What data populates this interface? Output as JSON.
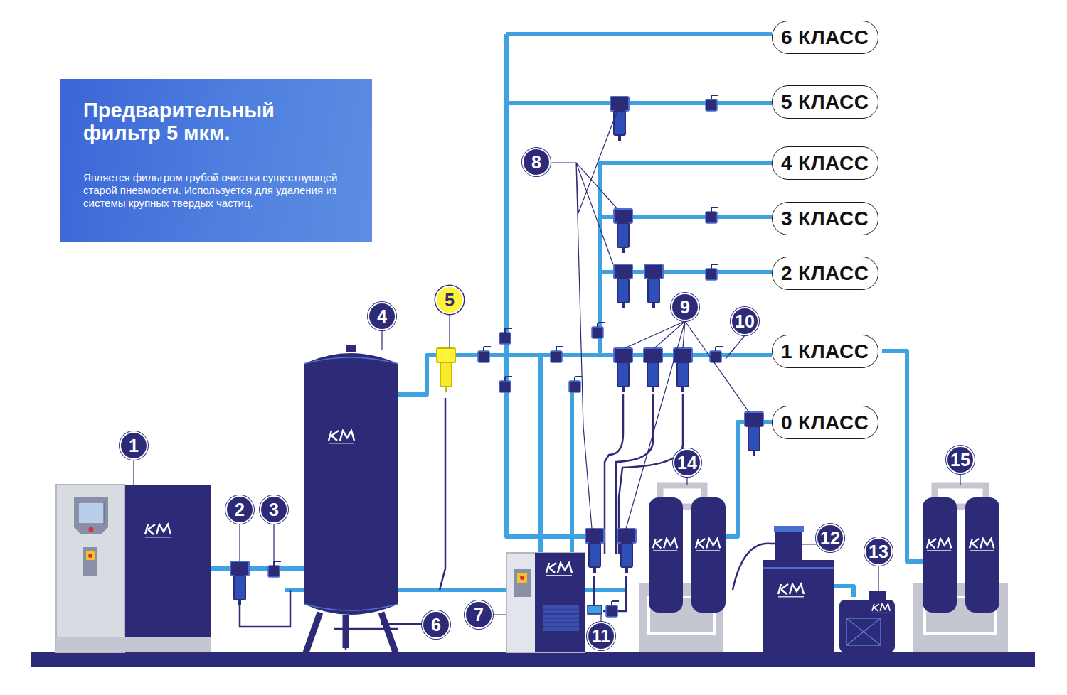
{
  "diagram": {
    "nodes": [
      {
        "text": [
          "Предварительный фильтр 5 мкм.",
          "Является фильтром грубой очистки существующей старой пневмосети. Используется для удаления из системы крупных твердых частиц."
        ]
      },
      {
        "text": [
          "6 КЛАСС"
        ]
      },
      {
        "text": [
          "5 КЛАСС"
        ]
      },
      {
        "text": [
          "4 КЛАСС"
        ]
      },
      {
        "text": [
          "3 КЛАСС"
        ]
      },
      {
        "text": [
          "2 КЛАСС"
        ]
      },
      {
        "text": [
          "1 КЛАСС"
        ]
      },
      {
        "text": [
          "0 КЛАСС"
        ]
      }
    ],
    "labels": [
      "8",
      "5",
      "4",
      "9",
      "10",
      "14",
      "15",
      "1",
      "2",
      "3",
      "12",
      "13",
      "7",
      "6",
      "11"
    ]
  }
}
